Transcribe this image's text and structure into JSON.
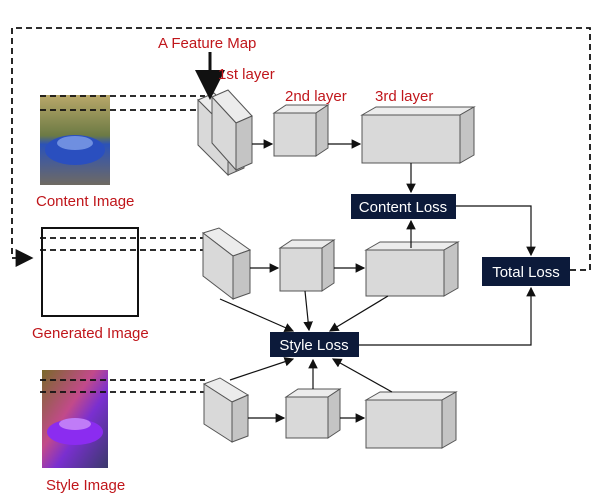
{
  "labels": {
    "feature_map": "A Feature Map",
    "layer1": "1st layer",
    "layer2": "2nd layer",
    "layer3": "3rd layer",
    "content_image": "Content Image",
    "generated_image": "Generated Image",
    "style_image": "Style Image",
    "content_loss": "Content Loss",
    "style_loss": "Style Loss",
    "total_loss": "Total Loss"
  },
  "colors": {
    "label_red": "#c0161b",
    "loss_box": "#0c1a3a"
  }
}
